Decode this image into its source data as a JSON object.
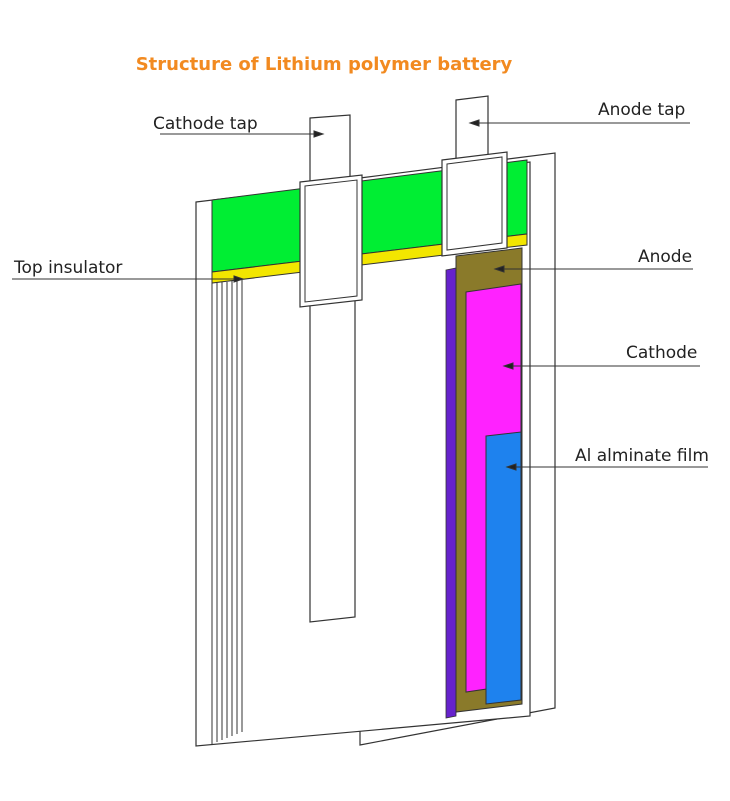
{
  "title": "Structure of Lithium polymer battery",
  "labels": {
    "cathode_tap": "Cathode tap",
    "anode_tap": "Anode tap",
    "top_insulator": "Top insulator",
    "anode": "Anode",
    "cathode": "Cathode",
    "film": "Al alminate film"
  },
  "colors": {
    "title": "#f28a20",
    "green": "#00ee33",
    "yellow": "#f2e600",
    "olive": "#8a7a2a",
    "magenta": "#ff22ff",
    "blue": "#1e82ee",
    "purple": "#6622cc",
    "outline": "#333333"
  }
}
